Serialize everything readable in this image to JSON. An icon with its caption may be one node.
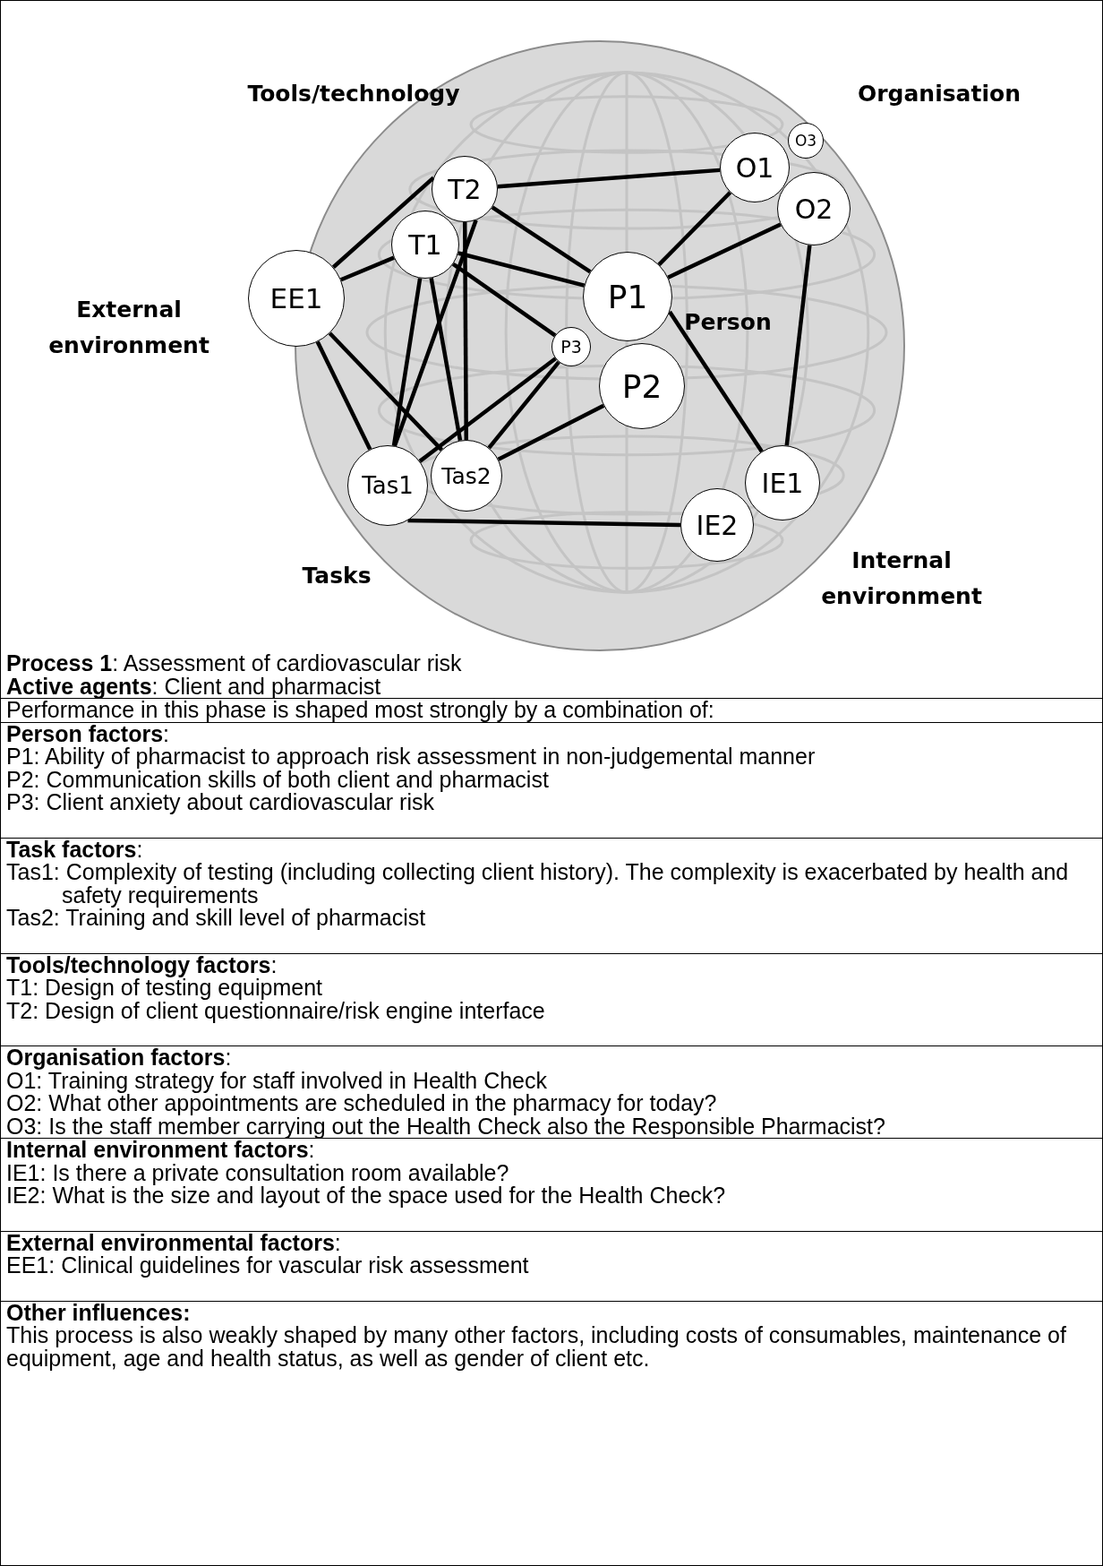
{
  "diagram": {
    "nodes": [
      {
        "text": [
          "T2"
        ]
      },
      {
        "text": [
          "O3"
        ]
      },
      {
        "text": [
          "O1"
        ]
      },
      {
        "text": [
          "O2"
        ]
      },
      {
        "text": [
          "T1"
        ]
      },
      {
        "text": [
          "EE1"
        ]
      },
      {
        "text": [
          "P1"
        ]
      },
      {
        "text": [
          "P3"
        ]
      },
      {
        "text": [
          "P2"
        ]
      },
      {
        "text": [
          "Tas2"
        ]
      },
      {
        "text": [
          "IE1"
        ]
      },
      {
        "text": [
          "Tas1"
        ]
      },
      {
        "text": [
          "IE2"
        ]
      }
    ],
    "edges": [
      {
        "from": 0,
        "to": 2,
        "arrow": "none"
      },
      {
        "from": 5,
        "to": 0,
        "arrow": "none"
      },
      {
        "from": 5,
        "to": 4,
        "arrow": "none"
      },
      {
        "from": 0,
        "to": 6,
        "arrow": "none"
      },
      {
        "from": 4,
        "to": 6,
        "arrow": "none"
      },
      {
        "from": 4,
        "to": 7,
        "arrow": "none"
      },
      {
        "from": 2,
        "to": 6,
        "arrow": "none"
      },
      {
        "from": 3,
        "to": 6,
        "arrow": "none"
      },
      {
        "from": 3,
        "to": 10,
        "arrow": "none"
      },
      {
        "from": 6,
        "to": 10,
        "arrow": "none"
      },
      {
        "from": 5,
        "to": 11,
        "arrow": "none"
      },
      {
        "from": 5,
        "to": 9,
        "arrow": "none"
      },
      {
        "from": 4,
        "to": 11,
        "arrow": "none"
      },
      {
        "from": 4,
        "to": 9,
        "arrow": "none"
      },
      {
        "from": 0,
        "to": 11,
        "arrow": "none"
      },
      {
        "from": 0,
        "to": 9,
        "arrow": "none"
      },
      {
        "from": 7,
        "to": 11,
        "arrow": "none"
      },
      {
        "from": 7,
        "to": 9,
        "arrow": "none"
      },
      {
        "from": 8,
        "to": 9,
        "arrow": "none"
      },
      {
        "from": 11,
        "to": 12,
        "arrow": "none"
      }
    ],
    "labels": [
      "Tools/technology",
      "Organisation",
      "External environment",
      "Person",
      "Tasks",
      "Internal environment",
      "**Process 1**: Assessment of cardiovascular risk",
      "**Active agents**: Client and pharmacist",
      "Performance in this phase is shaped most strongly by a combination of:",
      "**Person factors**:",
      "P1: Ability of pharmacist to approach risk assessment in non-judgemental manner",
      "P2: Communication skills of both client and pharmacist",
      "P3: Client anxiety about cardiovascular risk",
      "**Task factors**:",
      "Tas1: Complexity of testing (including collecting client history). The complexity is exacerbated by health and safety requirements",
      "Tas2: Training and skill level of pharmacist",
      "**Tools/technology factors**:",
      "T1: Design of testing equipment",
      "T2: Design of client questionnaire/risk engine interface",
      "**Organisation factors**:",
      "O1: Training strategy for staff involved in Health Check",
      "O2: What other appointments are scheduled in the pharmacy for today?",
      "O3: Is the staff member carrying out the Health Check also the Responsible Pharmacist?",
      "**Internal environment factors**:",
      "IE1: Is there a private consultation room available?",
      "IE2: What is the size and layout of the space used for the Health Check?",
      "**External environmental factors**:",
      "EE1: Clinical guidelines for vascular risk assessment",
      "Other influences:",
      "This process is also weakly shaped by many other factors, including costs of consumables, maintenance of equipment, age and health status, as well as gender of client etc."
    ]
  }
}
